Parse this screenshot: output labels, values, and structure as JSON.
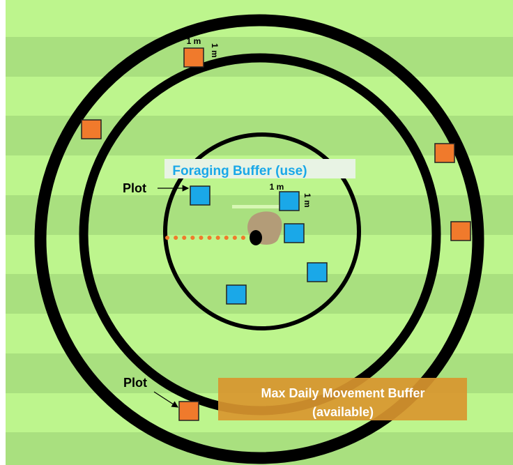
{
  "colors": {
    "stripe_light": "#bdf58d",
    "stripe_dark": "#a9e07f",
    "ring": "#000000",
    "available_plot": "#f07a2c",
    "use_plot": "#1aa8e8",
    "foraging_label_text": "#1aa8e8",
    "foraging_label_bg": "#e8f3e4",
    "movement_label_bg": "#d9962f",
    "movement_label_text": "#ffffff",
    "dotted_line": "#f07a2c",
    "rock": "#b39c78"
  },
  "labels": {
    "foraging_buffer": "Foraging Buffer (use)",
    "movement_buffer_line1": "Max Daily Movement Buffer",
    "movement_buffer_line2": "(available)",
    "plot_upper": "Plot",
    "plot_lower": "Plot",
    "dim_top_width": "1 m",
    "dim_top_height": "1 m",
    "dim_center_width": "1 m",
    "dim_center_height": "1 m"
  },
  "icons": [
    "nest-icon",
    "rock-icon",
    "arrow-icon"
  ]
}
